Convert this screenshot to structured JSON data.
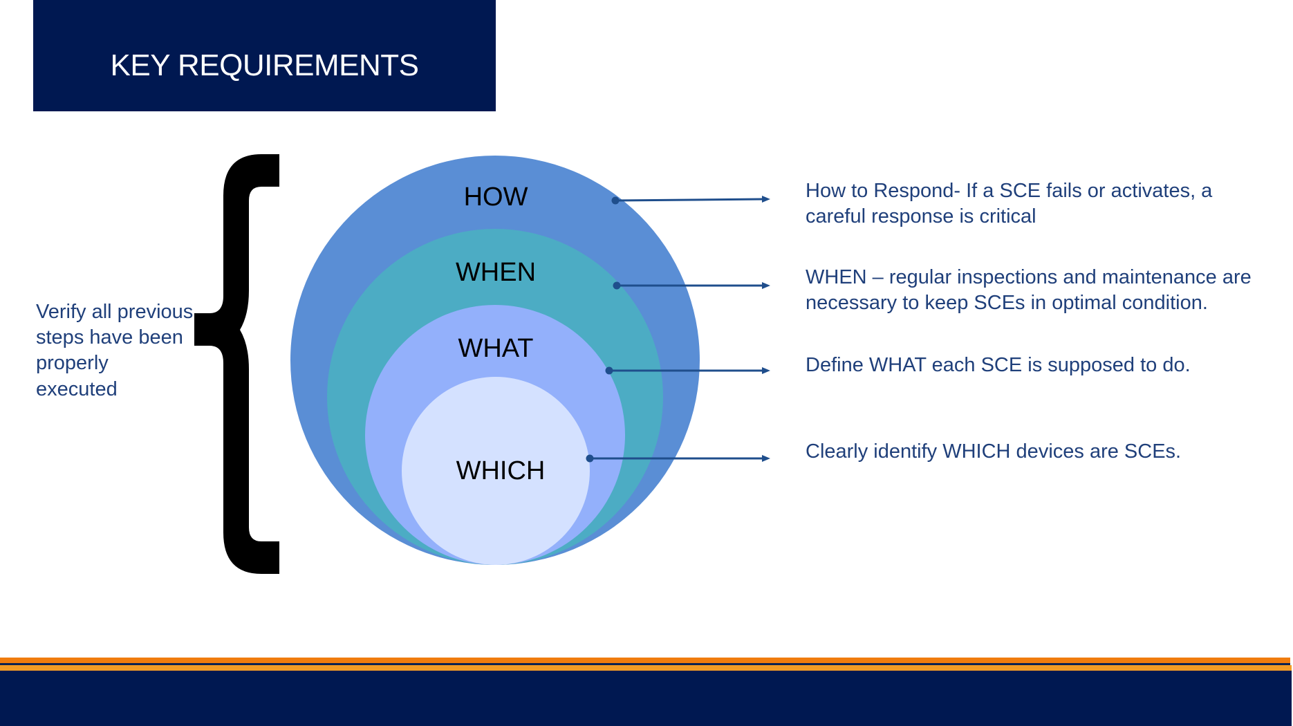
{
  "title": "KEY REQUIREMENTS",
  "left_note": "Verify all previous steps have been properly executed",
  "circles": [
    {
      "id": "how",
      "label": "HOW",
      "color": "#5a8ed5"
    },
    {
      "id": "when",
      "label": "WHEN",
      "color": "#4cacc4"
    },
    {
      "id": "what",
      "label": "WHAT",
      "color": "#93b0fb"
    },
    {
      "id": "which",
      "label": "WHICH",
      "color": "#d4e1ff"
    }
  ],
  "descriptions": {
    "how": "How to Respond- If a SCE fails or activates, a careful response is critical",
    "when": "WHEN – regular inspections and maintenance are necessary to keep SCEs in optimal condition.",
    "what": "Define WHAT each SCE is supposed to do.",
    "which": "Clearly identify WHICH devices are SCEs."
  },
  "colors": {
    "navy": "#001851",
    "text_blue": "#1f3f7a",
    "arrow": "#1f4e8c",
    "orange": "#f07c0e",
    "orange_light": "#f29b25",
    "brace": "#000000"
  }
}
